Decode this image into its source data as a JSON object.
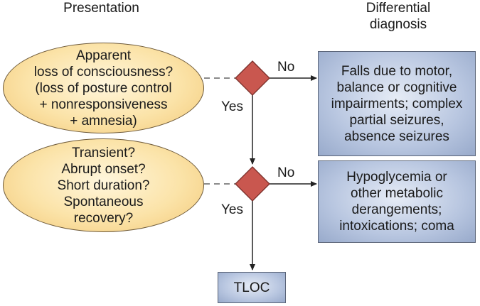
{
  "headers": {
    "left": "Presentation",
    "right_line1": "Differential",
    "right_line2": "diagnosis"
  },
  "questions": [
    {
      "lines": [
        "Apparent",
        "loss of consciousness?",
        "(loss of posture control",
        "+ nonresponsiveness",
        "+ amnesia)"
      ]
    },
    {
      "lines": [
        "Transient?",
        "Abrupt onset?",
        "Short duration?",
        "Spontaneous",
        "recovery?"
      ]
    }
  ],
  "diagnoses": [
    {
      "lines": [
        "Falls due to motor,",
        "balance or cognitive",
        "impairments; complex",
        "partial seizures,",
        "absence seizures"
      ]
    },
    {
      "lines": [
        "Hypoglycemia or",
        "other metabolic",
        "derangements;",
        "intoxications; coma"
      ]
    }
  ],
  "decision_labels": {
    "no": "No",
    "yes": "Yes"
  },
  "outcome": "TLOC",
  "colors": {
    "ellipse_fill": "#fbe3a8",
    "box_fill": "#b8c6e0",
    "diamond_fill": "#c9574f",
    "line": "#222222"
  }
}
